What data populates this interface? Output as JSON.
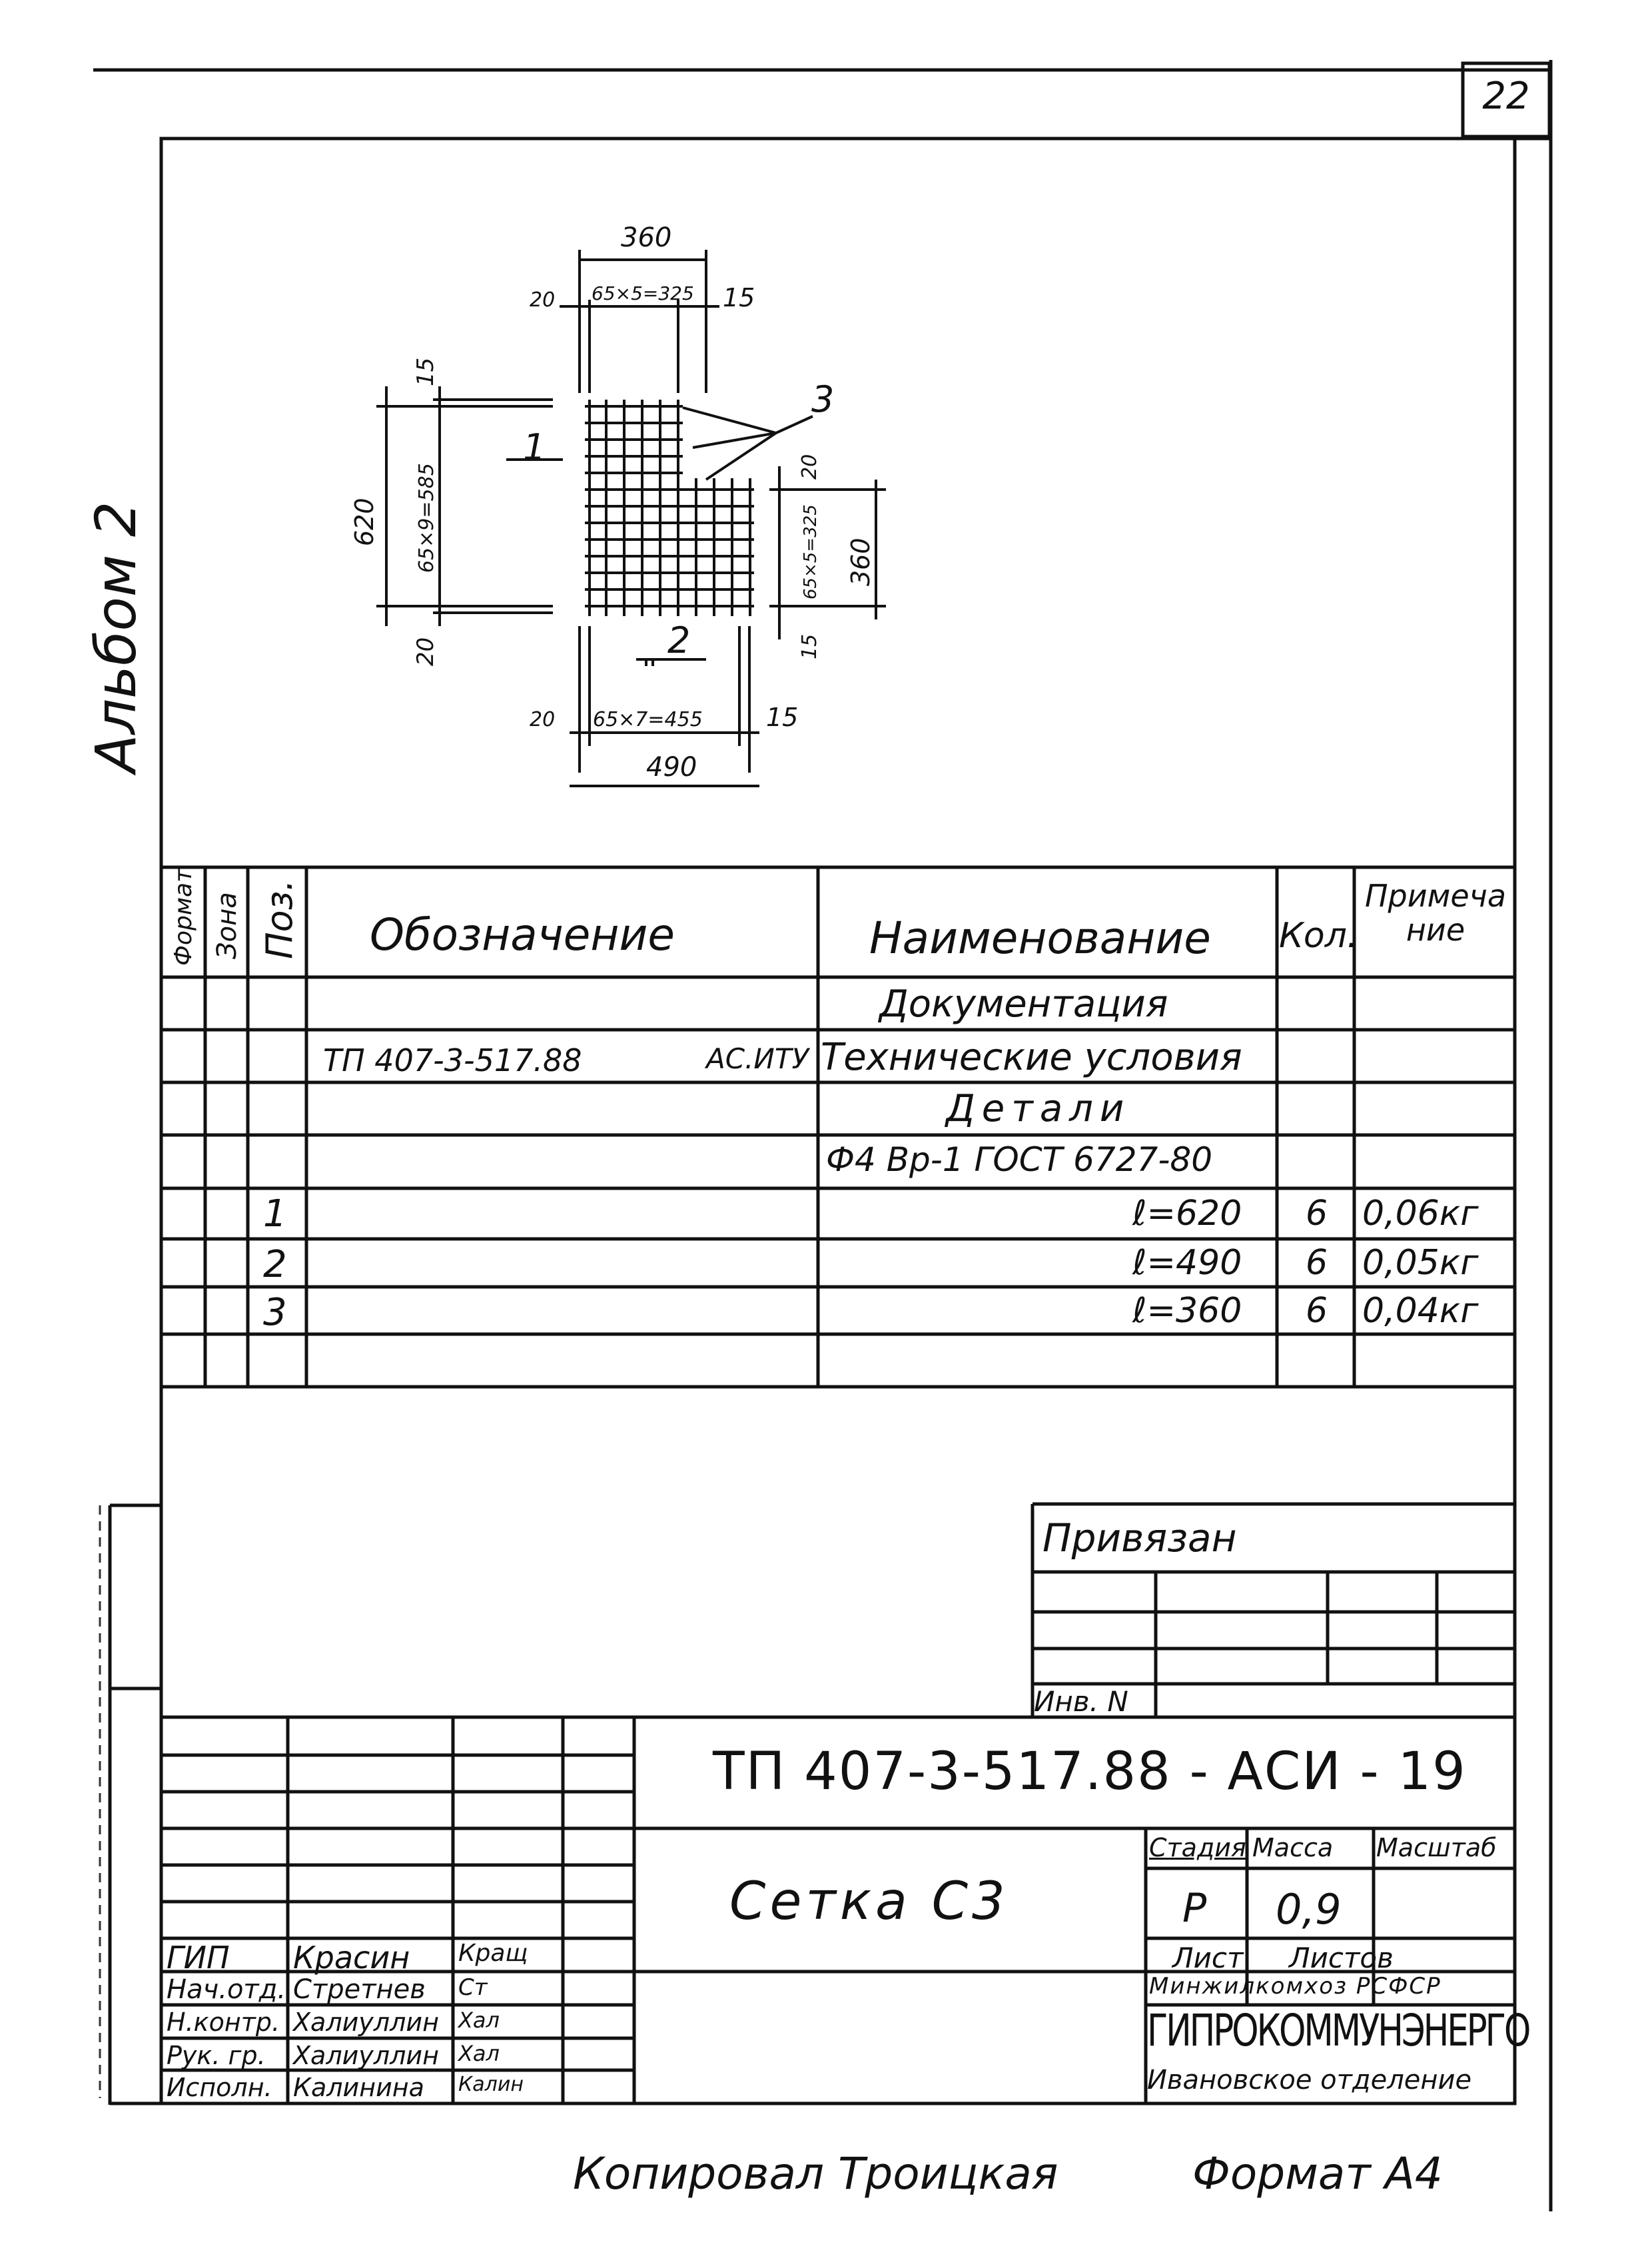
{
  "page_number": "22",
  "album_label": "Альбом 2",
  "drawing": {
    "dimensions": {
      "top_width": "360",
      "top_left_offset": "20",
      "top_spacing": "65×5=325",
      "top_right_offset": "15",
      "left_height": "620",
      "left_spacing": "65×9=585",
      "left_top_offset": "15",
      "left_bottom_offset": "20",
      "right_top_offset": "20",
      "right_spacing": "65×5=325",
      "right_height": "360",
      "right_bottom_offset": "15",
      "bottom_left_offset": "20",
      "bottom_spacing": "65×7=455",
      "bottom_right_offset": "15",
      "bottom_width": "490"
    },
    "positions": [
      "1",
      "2",
      "3"
    ]
  },
  "spec_table": {
    "headers": {
      "format": "Формат",
      "zone": "Зона",
      "pos": "Поз.",
      "designation": "Обозначение",
      "name": "Наименование",
      "qty": "Кол.",
      "note": "Примечание"
    },
    "rows": [
      {
        "pos": "",
        "designation": "",
        "name": "Документация",
        "qty": "",
        "note": ""
      },
      {
        "pos": "",
        "designation": "ТП 407-3-517.88",
        "designation_suffix": "АС.ИТУ",
        "name": "Технические условия",
        "qty": "",
        "note": ""
      },
      {
        "pos": "",
        "designation": "",
        "name": "Детали",
        "qty": "",
        "note": ""
      },
      {
        "pos": "",
        "designation": "",
        "name": "Ф4 Вр-1 ГОСТ 6727-80",
        "qty": "",
        "note": ""
      },
      {
        "pos": "1",
        "designation": "",
        "name": "ℓ=620",
        "qty": "6",
        "note": "0,06кг"
      },
      {
        "pos": "2",
        "designation": "",
        "name": "ℓ=490",
        "qty": "6",
        "note": "0,05кг"
      },
      {
        "pos": "3",
        "designation": "",
        "name": "ℓ=360",
        "qty": "6",
        "note": "0,04кг"
      }
    ]
  },
  "binding": {
    "title": "Привязан",
    "inv": "Инв. N"
  },
  "title_block": {
    "doc_code": "ТП 407-3-517.88 - АСИ - 19",
    "title": "Сетка С3",
    "stage_label": "Стадия",
    "mass_label": "Масса",
    "scale_label": "Масштаб",
    "stage": "Р",
    "mass": "0,9",
    "sheet_label": "Лист",
    "sheets_label": "Листов",
    "org_line1": "Минжилкомхоз РСФСР",
    "org_line2": "ГИПРОКОММУНЭНЕРГО",
    "org_line3": "Ивановское отделение",
    "staff": [
      {
        "role": "ГИП",
        "name": "Красин",
        "sign": "Кращ"
      },
      {
        "role": "Нач.отд.",
        "name": "Стретнев",
        "sign": "Ст"
      },
      {
        "role": "Н.контр.",
        "name": "Халиуллин",
        "sign": "Хал"
      },
      {
        "role": "Рук. гр.",
        "name": "Халиуллин",
        "sign": "Хал"
      },
      {
        "role": "Исполн.",
        "name": "Калинина",
        "sign": "Калин"
      }
    ]
  },
  "footer": {
    "copied": "Копировал Троицкая",
    "format": "Формат А4"
  }
}
